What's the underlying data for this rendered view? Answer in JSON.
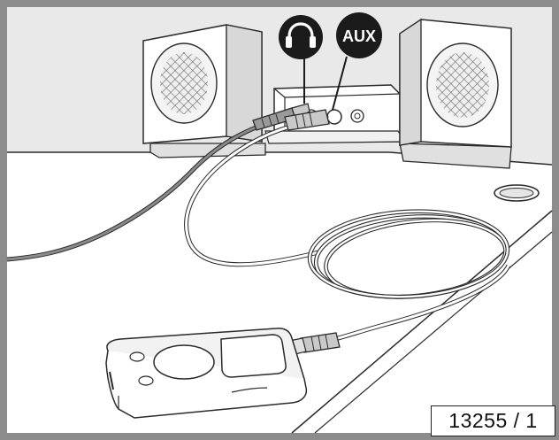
{
  "figure": {
    "reference_number": "13255 / 1"
  },
  "badges": {
    "headphones": {
      "icon": "headphones-icon",
      "label": ""
    },
    "aux": {
      "icon": "aux-badge",
      "label": "AUX"
    }
  },
  "colors": {
    "frame": "#8c8c8c",
    "wall": "#e9e9e9",
    "desk": "#ffffff",
    "speaker_body": "#ffffff",
    "speaker_side": "#dcdcdc",
    "speaker_grille": "#e3e3e3",
    "line": "#2a2a2a",
    "grey_cable": "#8a8a8a",
    "badge": "#1b1b1b"
  }
}
